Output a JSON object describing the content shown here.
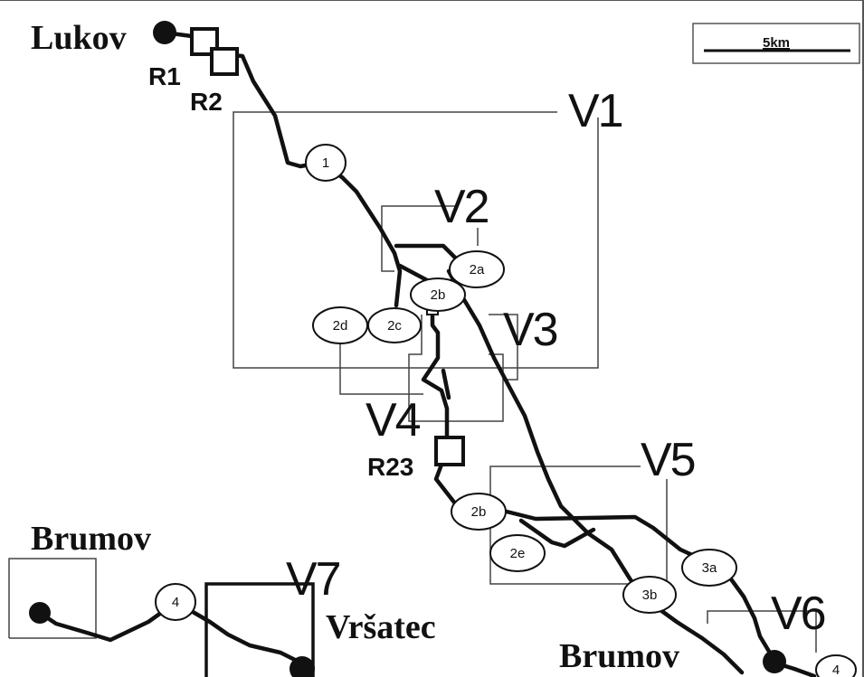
{
  "places": {
    "lukov": "Lukov",
    "brumov_west": "Brumov",
    "vrsatec": "Vršatec",
    "brumov_east": "Brumov"
  },
  "scale_bar": {
    "label": "5km"
  },
  "zones": {
    "v1": "V1",
    "v2": "V2",
    "v3": "V3",
    "v4": "V4",
    "v5": "V5",
    "v6": "V6",
    "v7": "V7"
  },
  "rest_points": {
    "r1": "R1",
    "r2": "R2",
    "r23": "R23"
  },
  "nodes": {
    "n1": "1",
    "n2a": "2a",
    "n2b_top": "2b",
    "n2c": "2c",
    "n2d": "2d",
    "n2b_low": "2b",
    "n2e": "2e",
    "n3a": "3a",
    "n3b": "3b",
    "n4_west": "4",
    "n4_east": "4"
  },
  "colors": {
    "ink": "#111111",
    "frame": "#555555",
    "paper": "#ffffff"
  }
}
